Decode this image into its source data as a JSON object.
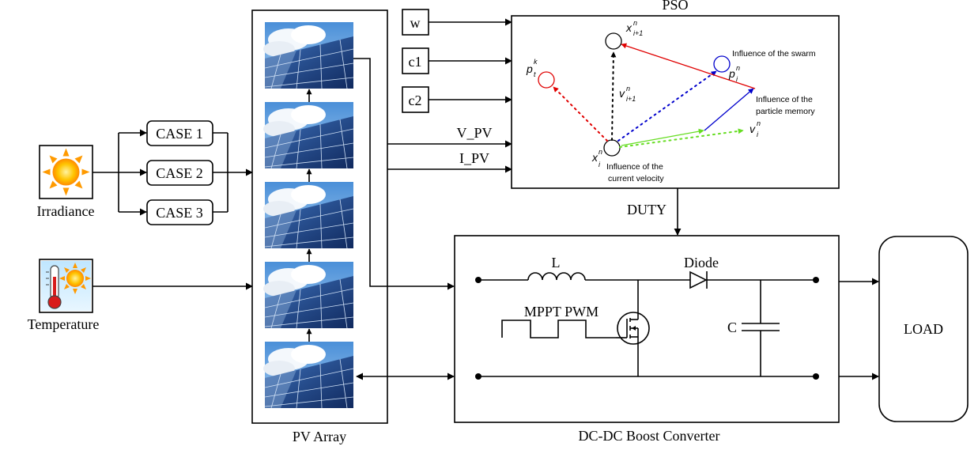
{
  "inputs": {
    "irradiance_label": "Irradiance",
    "temperature_label": "Temperature",
    "cases": [
      "CASE 1",
      "CASE 2",
      "CASE 3"
    ]
  },
  "pv_array": {
    "label": "PV Array",
    "panel_count": 5
  },
  "pso": {
    "title": "PSO",
    "params": [
      "w",
      "c1",
      "c2"
    ],
    "inputs": [
      "V_PV",
      "I_PV"
    ],
    "symbols": {
      "x_next": {
        "base": "x",
        "sup": "n",
        "sub": "i+1"
      },
      "v_next": {
        "base": "v",
        "sup": "n",
        "sub": "i+1"
      },
      "x_cur": {
        "base": "x",
        "sup": "n",
        "sub": "i"
      },
      "p_best": {
        "base": "p",
        "sup": "n",
        "sub": "i"
      },
      "p_global": {
        "base": "p",
        "sup": "k",
        "sub": "t"
      },
      "v_cur": {
        "base": "v",
        "sup": "n",
        "sub": "i"
      }
    },
    "annotations": {
      "swarm": "Influence of the swarm",
      "memory_line1": "Influence of the",
      "memory_line2": "particle memory",
      "velocity_line1": "Influence of the",
      "velocity_line2": "current velocity"
    },
    "colors": {
      "red": "#e00000",
      "blue": "#0000cc",
      "green": "#66dd22",
      "black": "#000000"
    }
  },
  "duty_label": "DUTY",
  "converter": {
    "label": "DC-DC Boost Converter",
    "inductor_label": "L",
    "diode_label": "Diode",
    "capacitor_label": "C",
    "pwm_label": "MPPT PWM"
  },
  "load_label": "LOAD"
}
